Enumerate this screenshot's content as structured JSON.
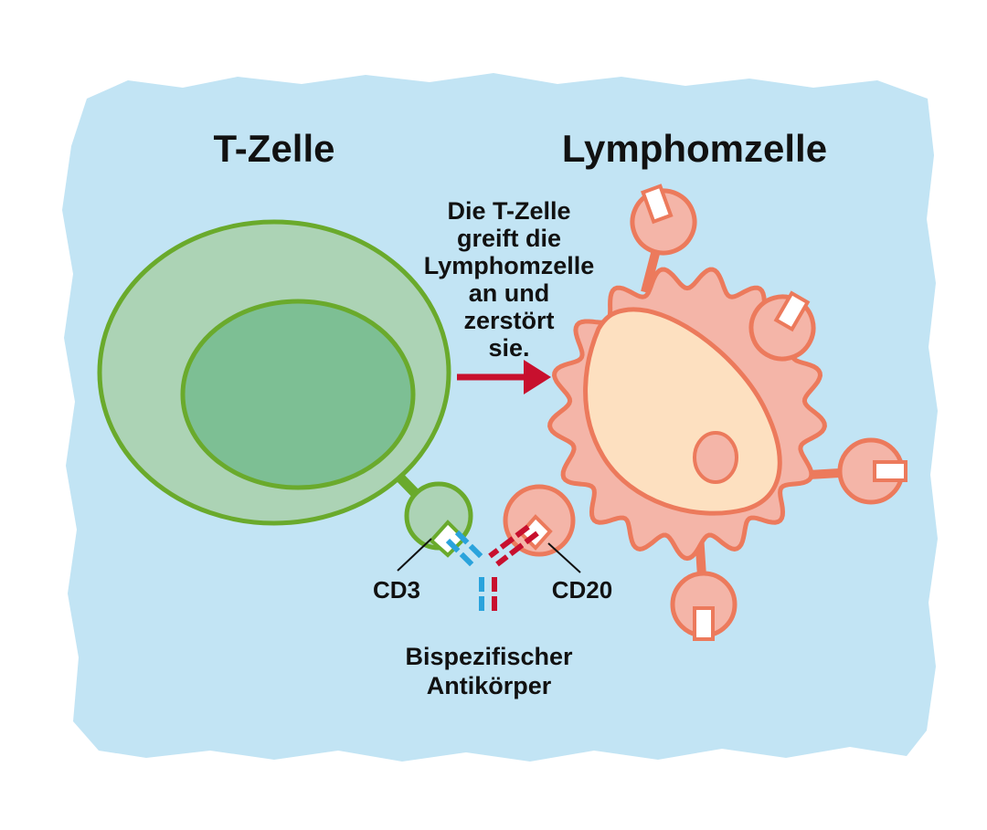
{
  "labels": {
    "t_cell_title": "T-Zelle",
    "lymphoma_title": "Lymphomzelle",
    "description_lines": [
      "Die T-Zelle",
      "greift die",
      "Lymphomzelle",
      "an und",
      "zerstört",
      "sie."
    ],
    "cd3": "CD3",
    "cd20": "CD20",
    "antibody_lines": [
      "Bispezifischer",
      "Antikörper"
    ]
  },
  "colors": {
    "background_blob": "#c2e4f4",
    "t_cell_outer": "#acd3b5",
    "t_cell_border": "#6aaa2c",
    "t_cell_nucleus": "#7dbf94",
    "lymphoma_body": "#f4b5a8",
    "lymphoma_border": "#ec7a5c",
    "lymphoma_nucleus": "#fde0c0",
    "arrow": "#c8102e",
    "antibody_blue": "#2aa3dc",
    "antibody_red": "#c8102e"
  }
}
